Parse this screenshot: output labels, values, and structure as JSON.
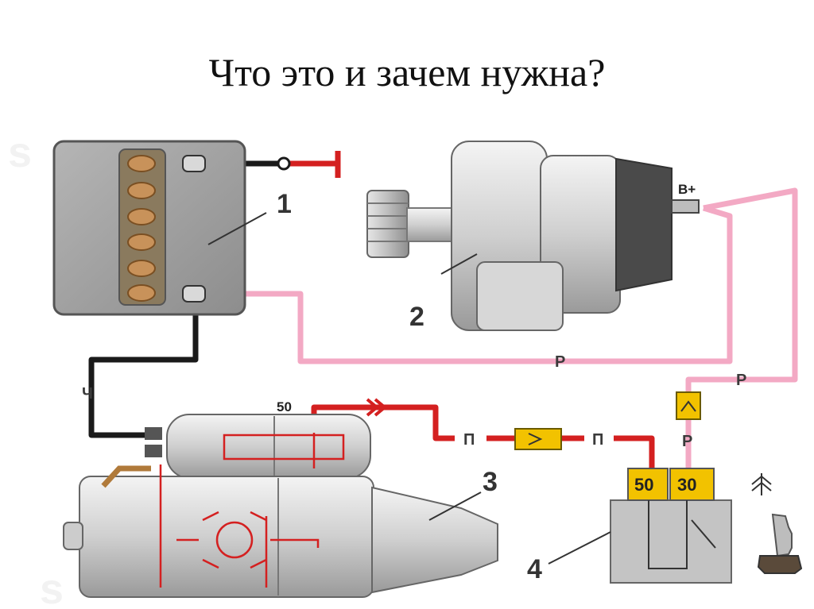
{
  "title": "Что это и зачем нужна?",
  "callouts": {
    "battery": "1",
    "generator": "2",
    "starter": "3",
    "ignition_switch": "4"
  },
  "terminals": {
    "generator_output": "B+",
    "starter_50": "50",
    "switch_50": "50",
    "switch_30": "30"
  },
  "wire_labels": {
    "ground_black": "Ч",
    "pink_main": "Р",
    "pink_right": "Р",
    "pink_fuse_below": "Р",
    "red_left": "П",
    "red_right": "П"
  },
  "colors": {
    "red_wire": "#d42020",
    "pink_wire": "#f3a9c4",
    "black_wire": "#1a1a1a",
    "fuse_yellow": "#f2c200",
    "terminal_yellow": "#f2c200"
  }
}
